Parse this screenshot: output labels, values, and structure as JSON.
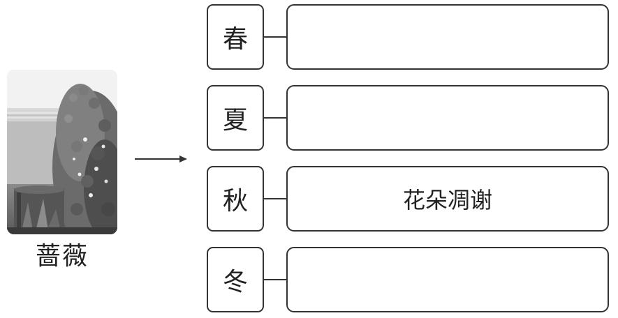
{
  "plant": {
    "name": "蔷薇"
  },
  "rows": [
    {
      "season": "春",
      "answer": ""
    },
    {
      "season": "夏",
      "answer": ""
    },
    {
      "season": "秋",
      "answer": "花朵凋谢"
    },
    {
      "season": "冬",
      "answer": ""
    }
  ]
}
